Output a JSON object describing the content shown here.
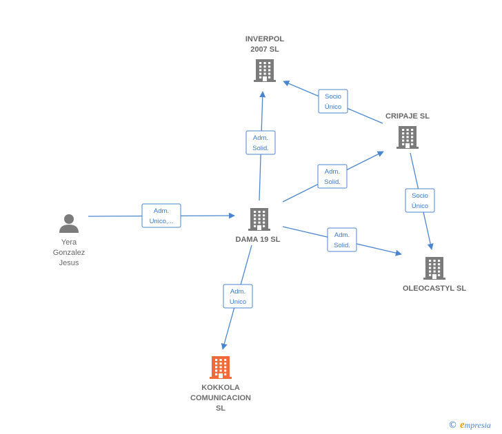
{
  "nodes": [
    {
      "id": "inverpol",
      "type": "company",
      "color": "grey",
      "label_lines": [
        "INVERPOL",
        "2007 SL"
      ]
    },
    {
      "id": "cripaje",
      "type": "company",
      "color": "grey",
      "label_lines": [
        "CRIPAJE  SL"
      ]
    },
    {
      "id": "dama19",
      "type": "company",
      "color": "grey",
      "label_lines": [
        "DAMA 19  SL"
      ]
    },
    {
      "id": "oleocastyl",
      "type": "company",
      "color": "grey",
      "label_lines": [
        "OLEOCASTYL SL"
      ]
    },
    {
      "id": "kokkola",
      "type": "company",
      "color": "orange",
      "label_lines": [
        "KOKKOLA",
        "COMUNICACION",
        "SL"
      ]
    },
    {
      "id": "yera",
      "type": "person",
      "color": "grey",
      "label_lines": [
        "Yera",
        "Gonzalez",
        "Jesus"
      ]
    }
  ],
  "edges": [
    {
      "from": "yera",
      "to": "dama19",
      "label_lines": [
        "Adm.",
        "Unico,..."
      ]
    },
    {
      "from": "dama19",
      "to": "inverpol",
      "label_lines": [
        "Adm.",
        "Solid."
      ]
    },
    {
      "from": "dama19",
      "to": "cripaje",
      "label_lines": [
        "Adm.",
        "Solid."
      ]
    },
    {
      "from": "dama19",
      "to": "oleocastyl",
      "label_lines": [
        "Adm.",
        "Solid."
      ]
    },
    {
      "from": "dama19",
      "to": "kokkola",
      "label_lines": [
        "Adm.",
        "Unico"
      ]
    },
    {
      "from": "cripaje",
      "to": "inverpol",
      "label_lines": [
        "Socio",
        "Único"
      ]
    },
    {
      "from": "cripaje",
      "to": "oleocastyl",
      "label_lines": [
        "Socio",
        "Único"
      ]
    }
  ],
  "colors": {
    "edge": "#4a86d0",
    "node_grey": "#7b7b7b",
    "node_highlight": "#f26a3a"
  },
  "brand": {
    "copyright_symbol": "©",
    "initial": "e",
    "name_rest": "mpresia"
  }
}
